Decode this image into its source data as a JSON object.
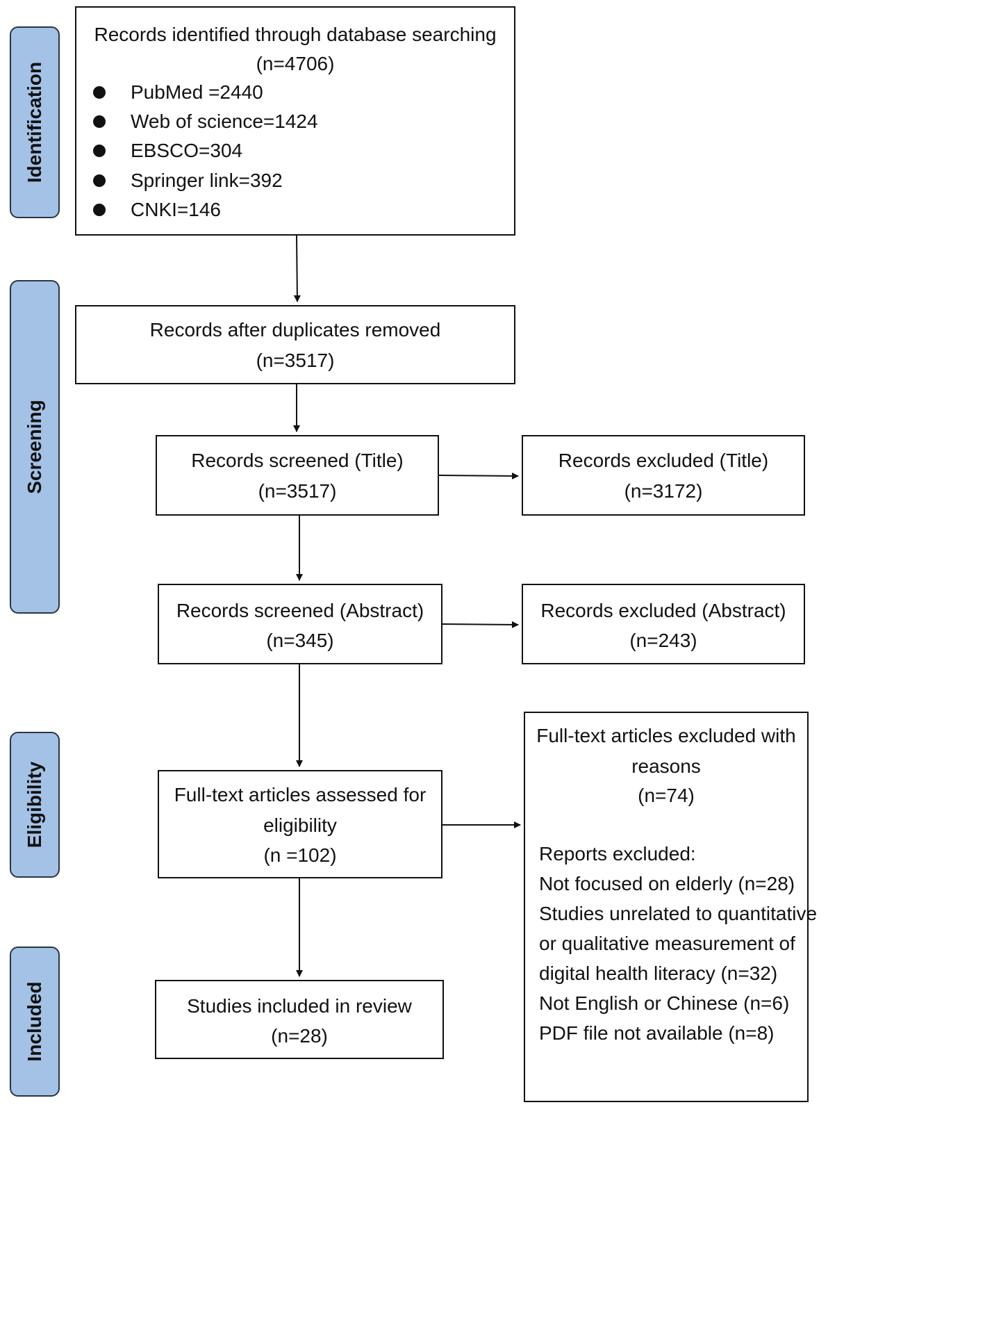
{
  "stages": {
    "identification": "Identification",
    "screening": "Screening",
    "eligibility": "Eligibility",
    "included": "Included"
  },
  "identified": {
    "title": "Records identified through database searching",
    "count": "(n=4706)",
    "sources": [
      "PubMed =2440",
      "Web of science=1424",
      "EBSCO=304",
      "Springer link=392",
      "CNKI=146"
    ]
  },
  "deduplicated": {
    "title": "Records after duplicates removed",
    "count": "(n=3517)"
  },
  "screened_title": {
    "title": "Records screened (Title)",
    "count": "(n=3517)"
  },
  "excluded_title": {
    "title": "Records excluded (Title)",
    "count": "(n=3172)"
  },
  "screened_abstract": {
    "title": "Records screened (Abstract)",
    "count": "(n=345)"
  },
  "excluded_abstract": {
    "title": "Records excluded (Abstract)",
    "count": "(n=243)"
  },
  "fulltext": {
    "line1": "Full-text articles assessed for",
    "line2": "eligibility",
    "count": "(n =102)"
  },
  "fulltext_excluded": {
    "line1": "Full-text articles excluded with",
    "line2": "reasons",
    "count": "(n=74)",
    "reports_label": "Reports excluded:",
    "reasons": [
      "Not focused on elderly (n=28)",
      "Studies unrelated to quantitative",
      "or qualitative measurement of",
      "digital health literacy (n=32)",
      "Not English or Chinese (n=6)",
      "PDF file not available (n=8)"
    ]
  },
  "included": {
    "title": "Studies included in review",
    "count": "(n=28)"
  }
}
